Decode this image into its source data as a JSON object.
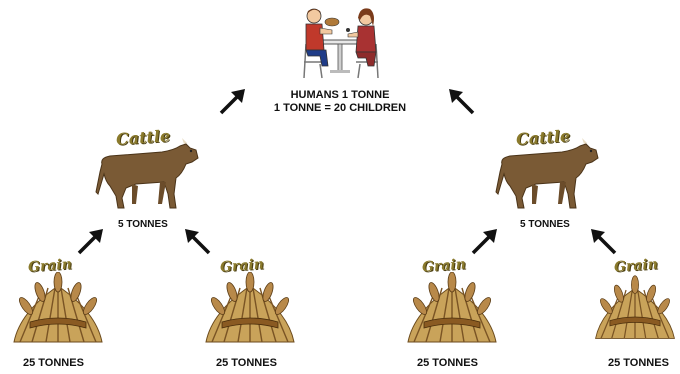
{
  "top": {
    "line1": "HUMANS 1 TONNE",
    "line2": "1 TONNE = 20 CHILDREN",
    "icon": "people-eating-icon"
  },
  "cattle": [
    {
      "title": "Cattle",
      "amount": "5 TONNES",
      "icon": "cow-icon"
    },
    {
      "title": "Cattle",
      "amount": "5 TONNES",
      "icon": "cow-icon"
    }
  ],
  "grain": [
    {
      "title": "Grain",
      "amount": "25 TONNES",
      "icon": "wheat-sheaf-icon"
    },
    {
      "title": "Grain",
      "amount": "25 TONNES",
      "icon": "wheat-sheaf-icon"
    },
    {
      "title": "Grain",
      "amount": "25 TONNES",
      "icon": "wheat-sheaf-icon"
    },
    {
      "title": "Grain",
      "amount": "25 TONNES",
      "icon": "wheat-sheaf-icon"
    }
  ],
  "colors": {
    "cattle_brown": "#7a5a35",
    "grain_gold": "#c9a35a",
    "label_olive": "#8a7a2c",
    "arrow": "#111111"
  }
}
